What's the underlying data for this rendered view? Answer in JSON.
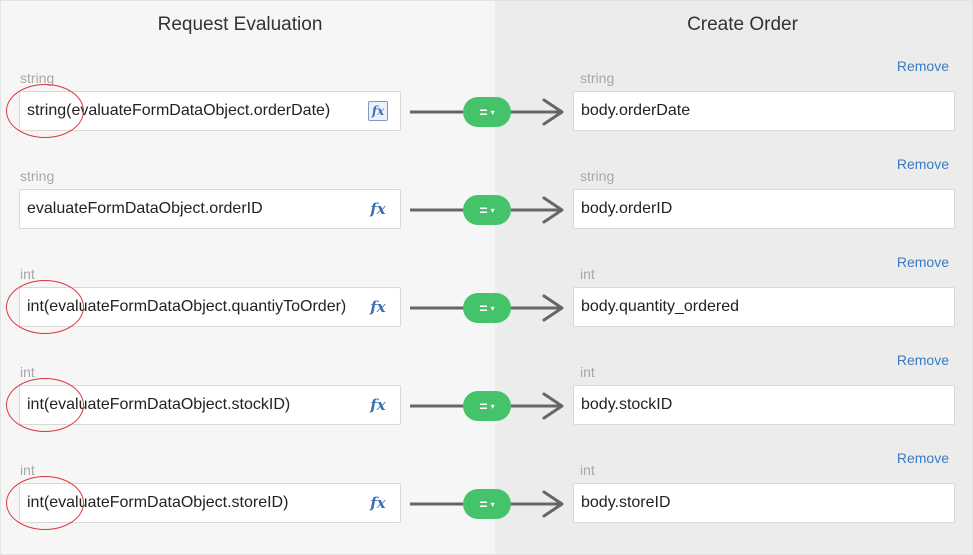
{
  "headers": {
    "left": "Request Evaluation",
    "right": "Create Order"
  },
  "remove_label": "Remove",
  "operator": {
    "label": "=",
    "caret": "▾"
  },
  "colors": {
    "accent_link": "#3b7bbf",
    "operator_green": "#45c36a",
    "highlight_red": "#d9363e",
    "fx_blue": "#3d6fb4"
  },
  "icons": {
    "expression": "fx-icon",
    "arrow": "arrow-right-icon"
  },
  "rows": [
    {
      "source_type": "string",
      "source_value": "string(evaluateFormDataObject.orderDate)",
      "target_type": "string",
      "target_value": "body.orderDate",
      "fx_label": "fx"
    },
    {
      "source_type": "string",
      "source_value": "evaluateFormDataObject.orderID",
      "target_type": "string",
      "target_value": "body.orderID",
      "fx_label": "fx"
    },
    {
      "source_type": "int",
      "source_value": "int(evaluateFormDataObject.quantiyToOrder)",
      "target_type": "int",
      "target_value": "body.quantity_ordered",
      "fx_label": "fx"
    },
    {
      "source_type": "int",
      "source_value": "int(evaluateFormDataObject.stockID)",
      "target_type": "int",
      "target_value": "body.stockID",
      "fx_label": "fx"
    },
    {
      "source_type": "int",
      "source_value": "int(evaluateFormDataObject.storeID)",
      "target_type": "int",
      "target_value": "body.storeID",
      "fx_label": "fx"
    }
  ]
}
